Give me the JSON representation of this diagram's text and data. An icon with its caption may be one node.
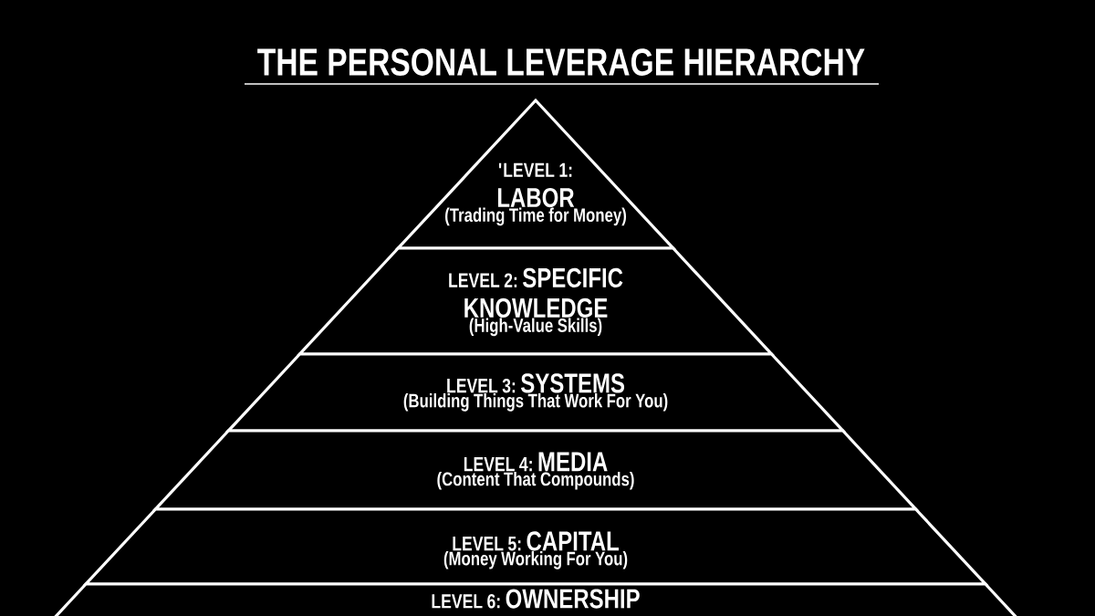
{
  "diagram": {
    "title": "THE PERSONAL LEVERAGE HIERARCHY",
    "nodes": [
      {
        "text": [
          "'LEVEL 1:",
          "LABOR",
          "(Trading Time for Money)"
        ]
      },
      {
        "text": [
          "LEVEL 2:",
          "SPECIFIC KNOWLEDGE",
          "(High-Value Skills)"
        ]
      },
      {
        "text": [
          "LEVEL 3:",
          "SYSTEMS",
          "(Building Things That Work For You)"
        ]
      },
      {
        "text": [
          "LEVEL 4:",
          "MEDIA",
          "(Content That Compounds)"
        ]
      },
      {
        "text": [
          "LEVEL 5:",
          "CAPITAL",
          "(Money Working For You)"
        ]
      },
      {
        "text": [
          "LEVEL 6:",
          "OWNERSHIP"
        ]
      }
    ]
  }
}
